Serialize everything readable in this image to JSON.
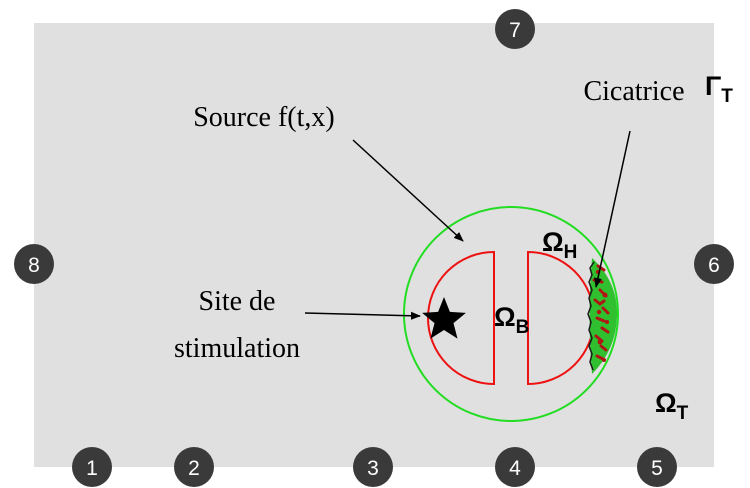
{
  "diagram": {
    "boundary_label": {
      "main": "Γ",
      "sub": "T"
    },
    "regions": {
      "torso": {
        "main": "Ω",
        "sub": "T"
      },
      "heart": {
        "main": "Ω",
        "sub": "H"
      },
      "blood": {
        "main": "Ω",
        "sub": "B"
      }
    },
    "annotations": {
      "source": "Source f(t,x)",
      "scar": "Cicatrice",
      "stimulation_line1": "Site de",
      "stimulation_line2": "stimulation"
    },
    "electrodes": [
      "1",
      "2",
      "3",
      "4",
      "5",
      "6",
      "7",
      "8"
    ],
    "colors": {
      "background": "#e0e0e0",
      "heart_outline": "#22dd22",
      "cavity_outline": "#ee1111",
      "scar_green": "#2fbf2f",
      "scar_red": "#b01515",
      "electrode_fill": "#3a3a3a"
    }
  }
}
